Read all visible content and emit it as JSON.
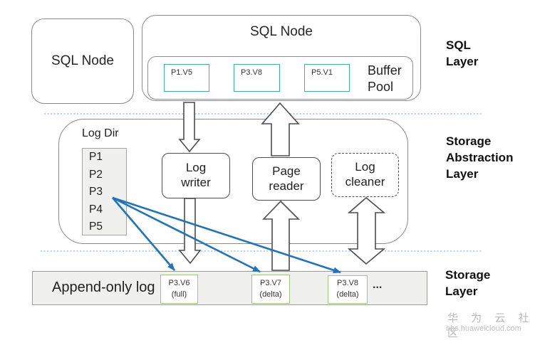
{
  "colors": {
    "buffer_page_border": "#3fb48e",
    "log_entry_border": "#a6c57f",
    "blue_arrow": "#1f74bf",
    "layer_divider": "#9cc2e5",
    "box_border_gray": "#8a8a8a"
  },
  "sql_layer": {
    "layer_label": "SQL\nLayer",
    "left_node_label": "SQL Node",
    "right_node_label": "SQL Node",
    "buffer_pool_label": "Buffer\nPool",
    "buffer_pages": [
      {
        "label": "P1.V5"
      },
      {
        "label": "P3.V8"
      },
      {
        "label": "P5.V1"
      }
    ]
  },
  "storage_abstraction_layer": {
    "layer_label": "Storage\nAbstraction\nLayer",
    "log_dir_label": "Log Dir",
    "log_dir_pages": [
      "P1",
      "P2",
      "P3",
      "P4",
      "P5"
    ],
    "log_writer_label": "Log\nwriter",
    "page_reader_label": "Page\nreader",
    "log_cleaner_label": "Log\ncleaner"
  },
  "storage_layer": {
    "layer_label": "Storage\nLayer",
    "append_log_label": "Append-only log",
    "log_entries": [
      {
        "label": "P3.V6\n(full)"
      },
      {
        "label": "P3.V7\n(delta)"
      },
      {
        "label": "P3.V8\n(delta)"
      }
    ],
    "ellipsis": "..."
  },
  "watermark": {
    "community": "华 为 云 社 区",
    "url": "bbs.huaweicloud.com"
  }
}
